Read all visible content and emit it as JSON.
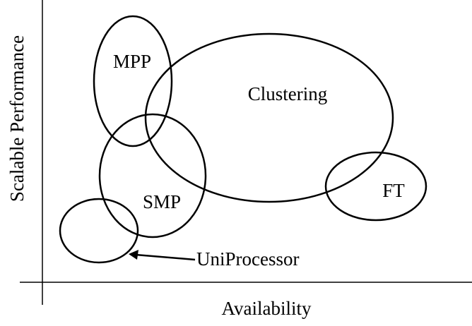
{
  "diagram": {
    "y_axis_label": "Scalable Performance",
    "x_axis_label": "Availability",
    "regions": {
      "mpp": "MPP",
      "clustering": "Clustering",
      "smp": "SMP",
      "ft": "FT",
      "uniprocessor": "UniProcessor"
    }
  }
}
